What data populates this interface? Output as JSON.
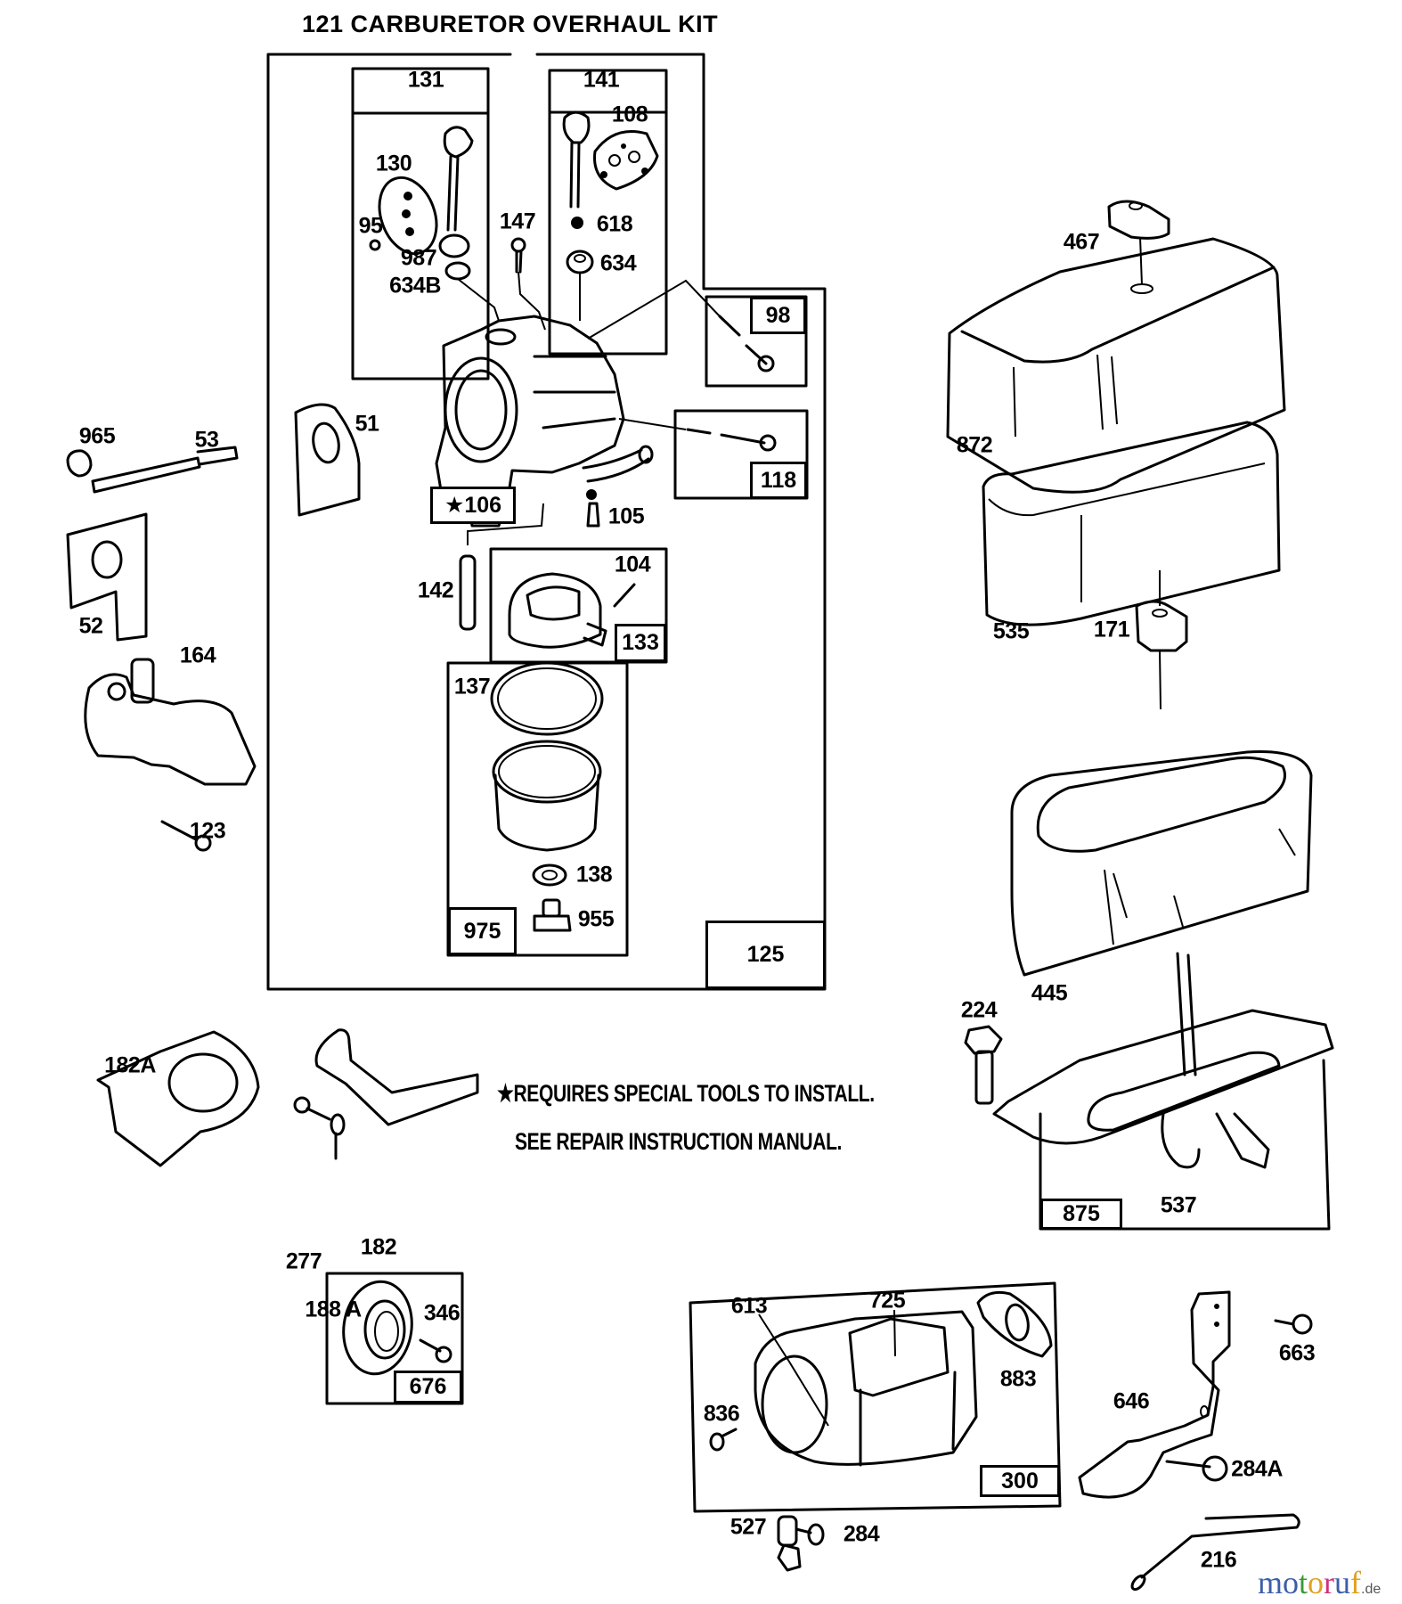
{
  "title": "121 CARBURETOR OVERHAUL KIT",
  "note": {
    "line1": "★REQUIRES SPECIAL TOOLS TO INSTALL.",
    "line2": "SEE REPAIR INSTRUCTION MANUAL."
  },
  "kit_boxes": {
    "box_131": "131",
    "box_141": "141",
    "box_98": "98",
    "box_118": "118",
    "box_106": "★106",
    "box_133": "133",
    "box_975": "975",
    "box_125": "125",
    "box_875": "875",
    "box_676": "676",
    "box_300": "300"
  },
  "parts": {
    "p130": "130",
    "p95": "95",
    "p987": "987",
    "p634B": "634B",
    "p108": "108",
    "p618": "618",
    "p634": "634",
    "p147": "147",
    "p51": "51",
    "p105": "105",
    "p142": "142",
    "p104": "104",
    "p137": "137",
    "p138": "138",
    "p955": "955",
    "p965": "965",
    "p53": "53",
    "p52": "52",
    "p164": "164",
    "p123": "123",
    "p182A": "182A",
    "p182": "182",
    "p277": "277",
    "p188A": "188 A",
    "p467": "467",
    "p872": "872",
    "p535": "535",
    "p171": "171",
    "p445": "445",
    "p224": "224",
    "p537": "537",
    "p346": "346",
    "p613": "613",
    "p725": "725",
    "p883": "883",
    "p836": "836",
    "p527": "527",
    "p284": "284",
    "p646": "646",
    "p663": "663",
    "p284A": "284A",
    "p216": "216"
  },
  "watermark": {
    "letters": [
      "m",
      "o",
      "t",
      "o",
      "r",
      "u",
      "f"
    ],
    "colors": [
      "#3b5fa8",
      "#3b5fa8",
      "#3a9a3a",
      "#e0a020",
      "#d0307a",
      "#3b5fa8",
      "#e0a020"
    ],
    "suffix": ".de"
  }
}
